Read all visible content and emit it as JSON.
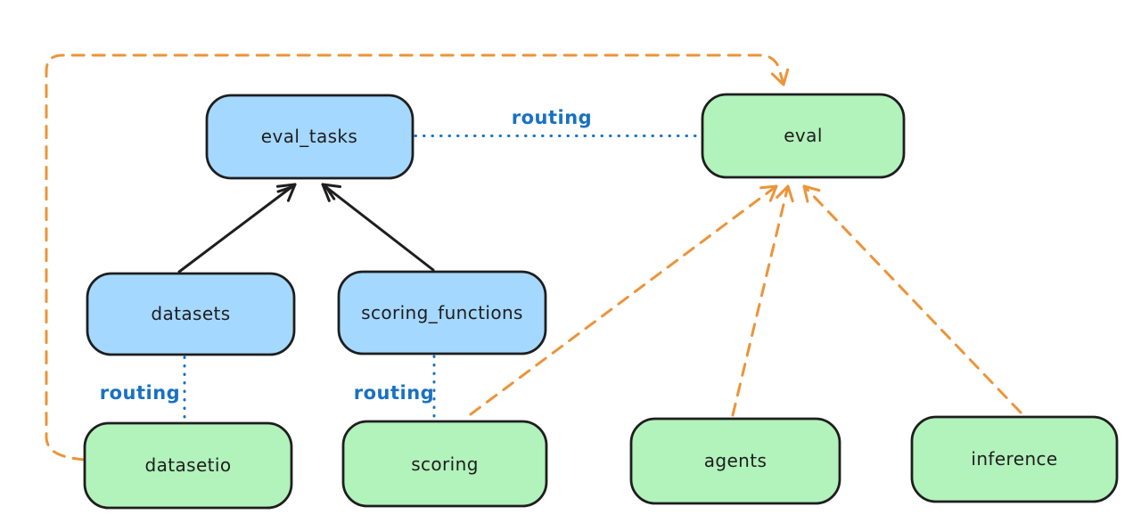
{
  "diagram": {
    "description": "Hand-drawn style architecture diagram of API resources routed to providers",
    "colors": {
      "background": "#ffffff",
      "node_stroke": "#1e1e1e",
      "blue_fill": "#a5d8ff",
      "green_fill": "#b2f2bb",
      "routing_blue": "#1971c2",
      "orange_dashed": "#ec9439",
      "black_arrow": "#1e1e1e"
    },
    "nodes": {
      "eval_tasks": {
        "label": "eval_tasks",
        "fill": "#a5d8ff"
      },
      "eval": {
        "label": "eval",
        "fill": "#b2f2bb"
      },
      "datasets": {
        "label": "datasets",
        "fill": "#a5d8ff"
      },
      "scoring_functions": {
        "label": "scoring_functions",
        "fill": "#a5d8ff"
      },
      "datasetio": {
        "label": "datasetio",
        "fill": "#b2f2bb"
      },
      "scoring": {
        "label": "scoring",
        "fill": "#b2f2bb"
      },
      "agents": {
        "label": "agents",
        "fill": "#b2f2bb"
      },
      "inference": {
        "label": "inference",
        "fill": "#b2f2bb"
      }
    },
    "edges": [
      {
        "from": "datasets",
        "to": "eval_tasks",
        "style": "solid-black-arrow",
        "label": ""
      },
      {
        "from": "scoring_functions",
        "to": "eval_tasks",
        "style": "solid-black-arrow",
        "label": ""
      },
      {
        "from": "eval_tasks",
        "to": "eval",
        "style": "dotted-blue",
        "label": "routing"
      },
      {
        "from": "datasets",
        "to": "datasetio",
        "style": "dotted-blue",
        "label": "routing"
      },
      {
        "from": "scoring_functions",
        "to": "scoring",
        "style": "dotted-blue",
        "label": "routing"
      },
      {
        "from": "datasetio",
        "to": "eval",
        "style": "dashed-orange-arrow",
        "label": ""
      },
      {
        "from": "scoring",
        "to": "eval",
        "style": "dashed-orange-arrow",
        "label": ""
      },
      {
        "from": "agents",
        "to": "eval",
        "style": "dashed-orange-arrow",
        "label": ""
      },
      {
        "from": "inference",
        "to": "eval",
        "style": "dashed-orange-arrow",
        "label": ""
      }
    ]
  }
}
